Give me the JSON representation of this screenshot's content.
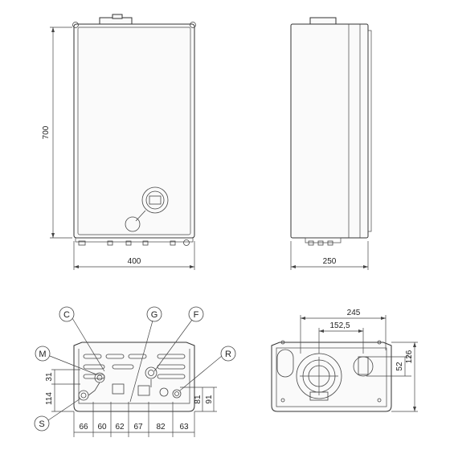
{
  "front_view": {
    "height_dim": "700",
    "width_dim": "400"
  },
  "side_view": {
    "depth_dim": "250"
  },
  "bottom_view": {
    "callouts": [
      "C",
      "G",
      "F",
      "M",
      "R",
      "S"
    ],
    "horizontal_dims": [
      "66",
      "60",
      "62",
      "67",
      "82",
      "63"
    ],
    "left_dims": [
      "31",
      "114"
    ],
    "right_dims": [
      "81",
      "91"
    ]
  },
  "top_view": {
    "dims": [
      "245",
      "152,5",
      "52",
      "126"
    ]
  }
}
